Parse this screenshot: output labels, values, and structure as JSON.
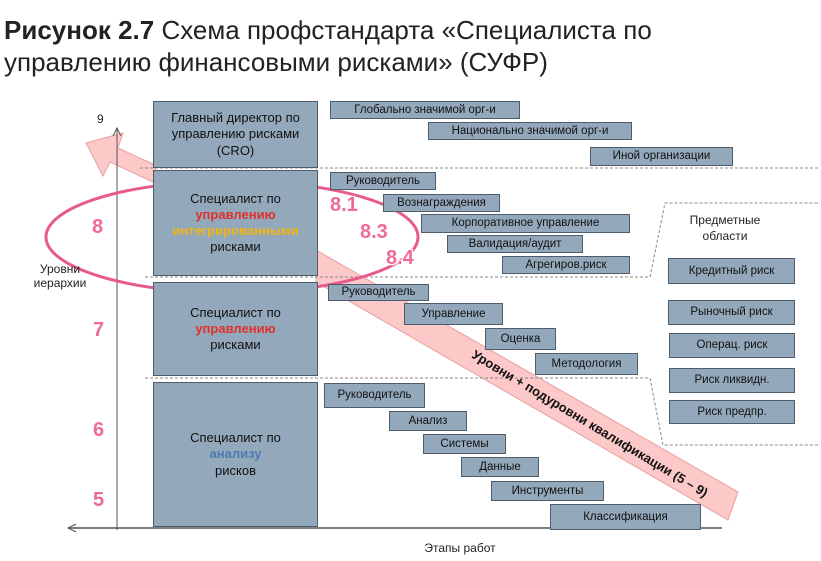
{
  "title": {
    "bold": "Рисунок 2.7",
    "rest": " Схема профстандарта «Специалиста по управлению финансовыми рисками» (СУФР)"
  },
  "axes": {
    "y_top": "9",
    "y_label": "Уровни иерархии",
    "x_label": "Этапы работ"
  },
  "levels": {
    "cro": "Главный директор по управлению рисками (CRO)",
    "l8": {
      "a": "Специалист по",
      "b": "управлению",
      "c": "интегрированными",
      "d": "рисками"
    },
    "l7": {
      "a": "Специалист по",
      "b": "управлению",
      "c": "рисками"
    },
    "l6": {
      "a": "Специалист по",
      "b": "анализу",
      "c": "рисков"
    }
  },
  "numbers": {
    "n8": "8",
    "n81": "8.1",
    "n83": "8.3",
    "n84": "8.4",
    "n7": "7",
    "n6": "6",
    "n5": "5"
  },
  "cro_boxes": [
    "Глобально значимой орг-и",
    "Национально значимой орг-и",
    "Иной организации"
  ],
  "l8_boxes": [
    "Руководитель",
    "Вознаграждения",
    "Корпоративное управление",
    "Валидация/аудит",
    "Агрегиров.риск"
  ],
  "l7_boxes": [
    "Руководитель",
    "Управление",
    "Оценка",
    "Методология"
  ],
  "l6_boxes": [
    "Руководитель",
    "Анализ",
    "Системы",
    "Данные",
    "Инструменты",
    "Классификация"
  ],
  "domains": {
    "title": "Предметные области",
    "items": [
      "Кредитный риск",
      "Рыночный риск",
      "Операц. риск",
      "Риск ликвидн.",
      "Риск предпр."
    ]
  },
  "band_text": "Уровни + подуровни квалификации (5 – 9)",
  "colors": {
    "box": "#93a9bb",
    "band": "#fcc8c8",
    "ellipse": "#e85a8c",
    "number": "#f06a95"
  }
}
